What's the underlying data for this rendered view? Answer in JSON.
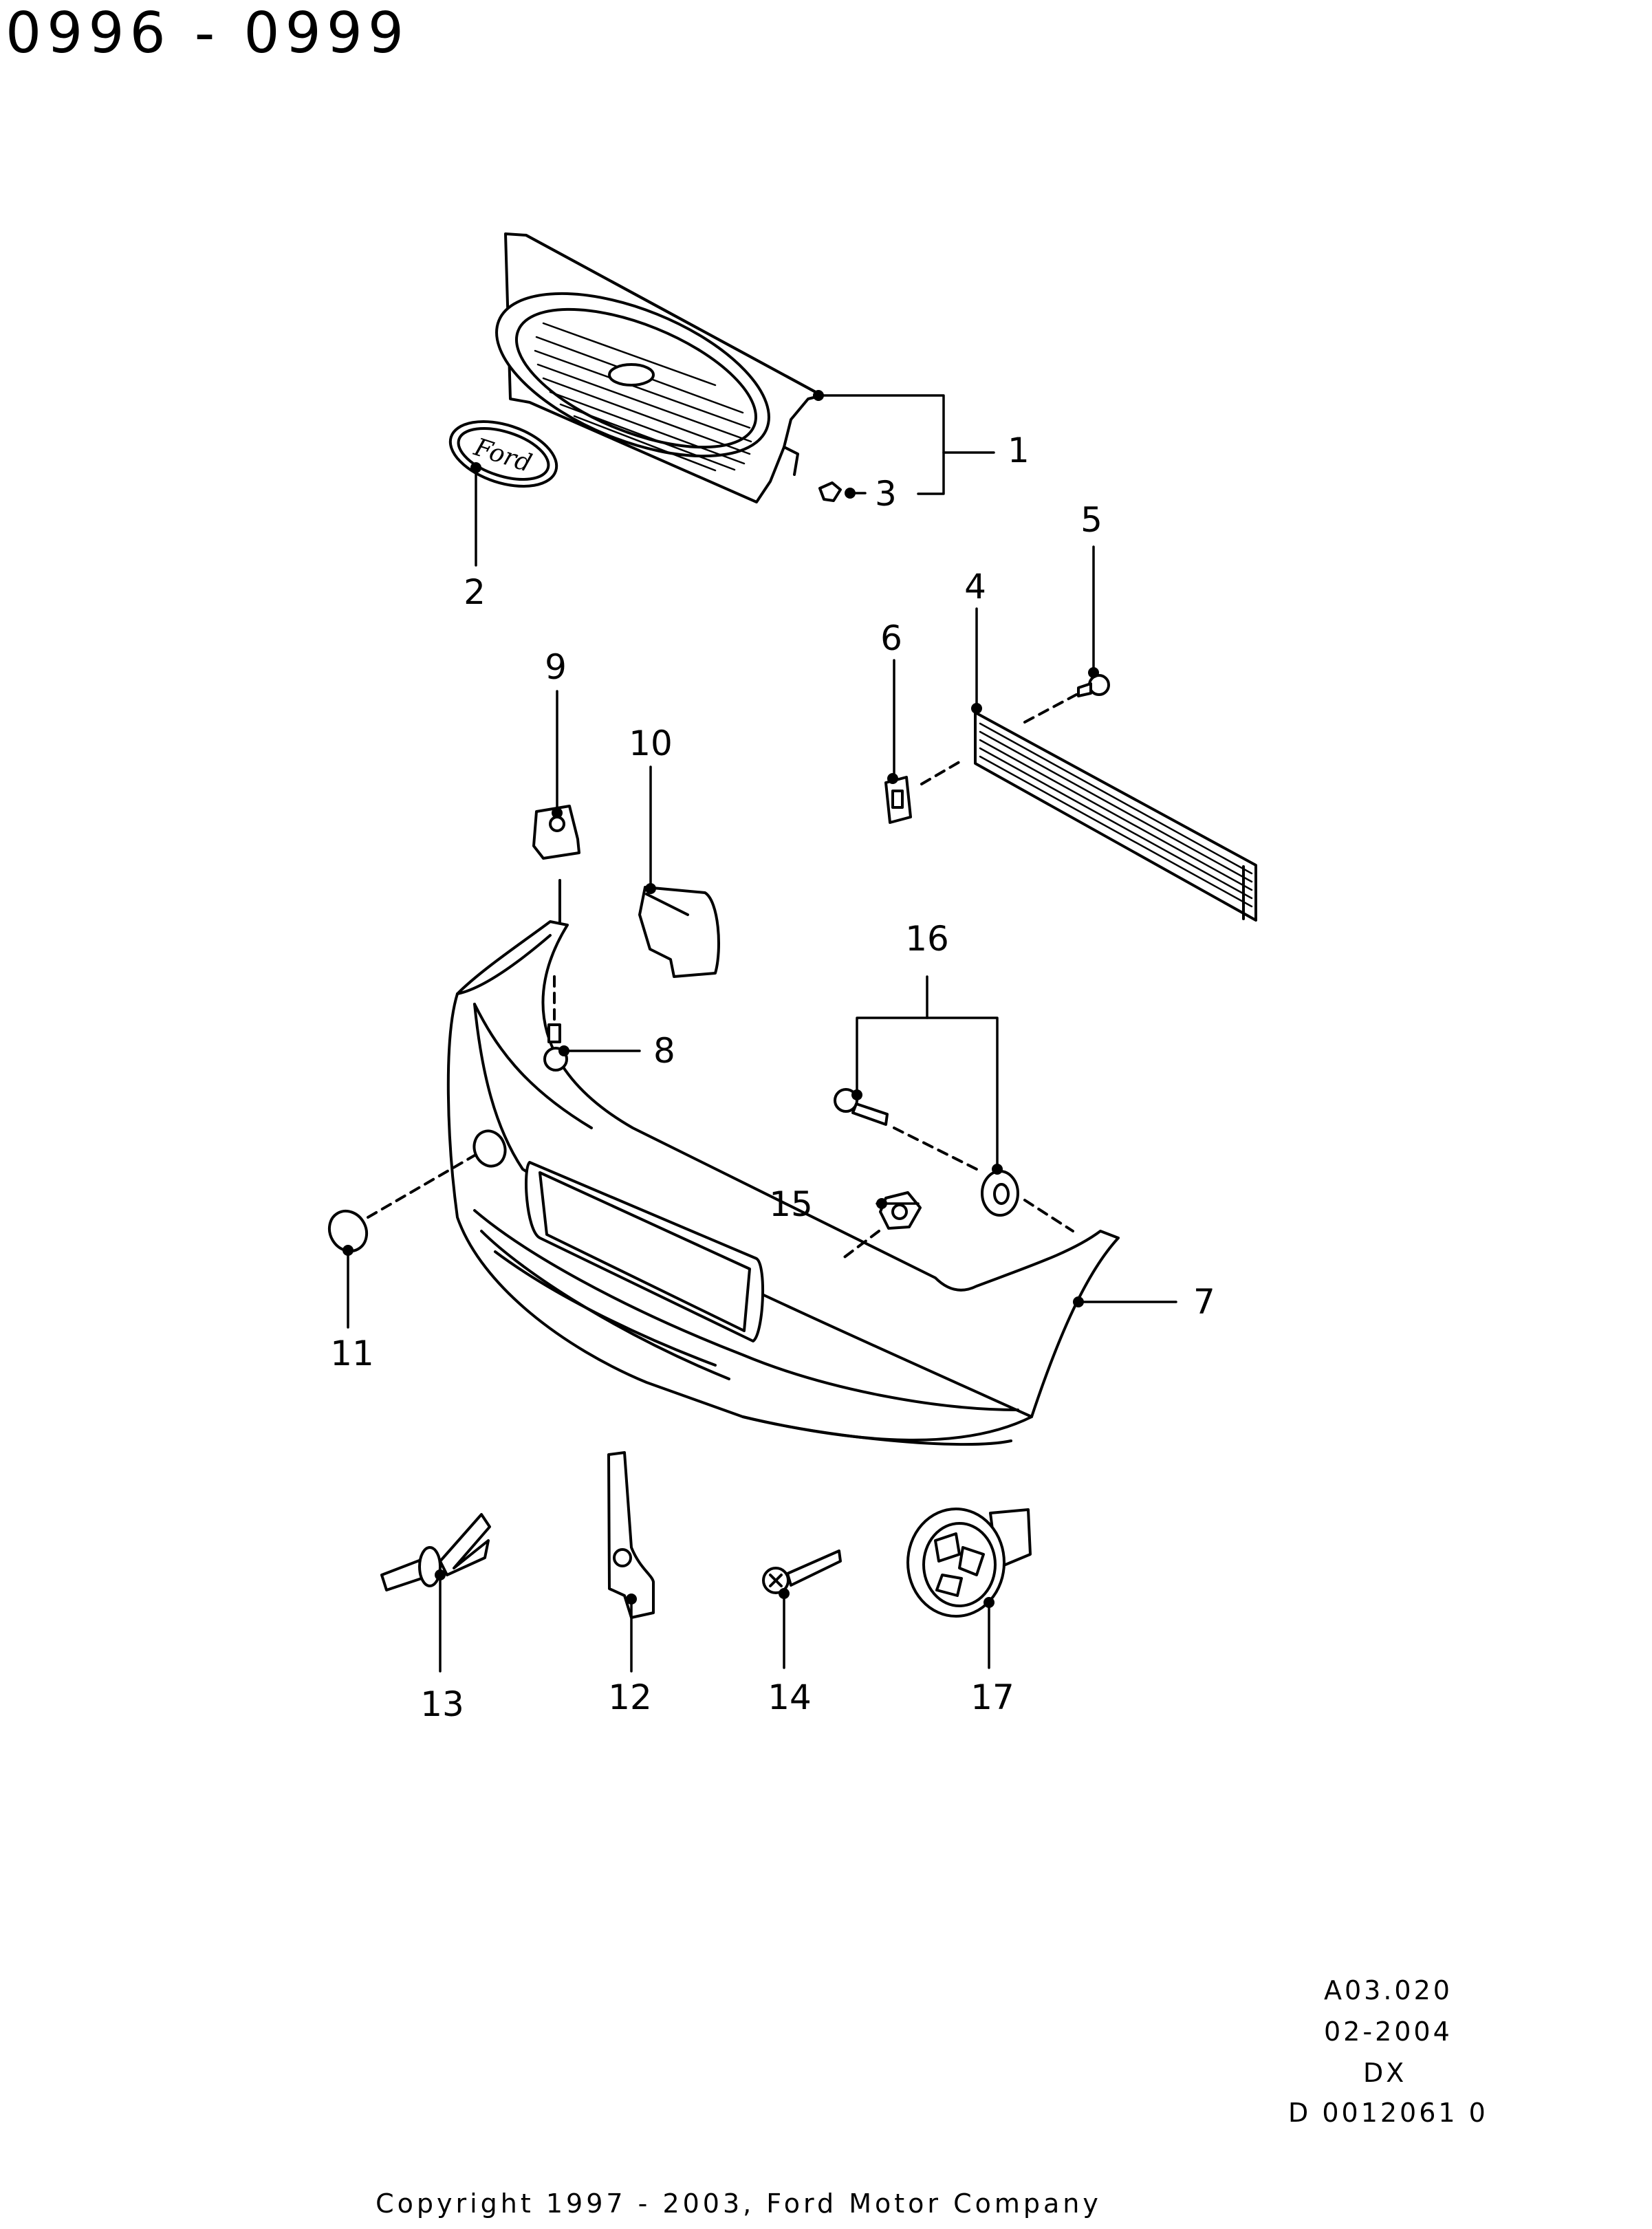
{
  "header": {
    "title": "0996 - 0999"
  },
  "callouts": {
    "c1": "1",
    "c2": "2",
    "c3": "3",
    "c4": "4",
    "c5": "5",
    "c6": "6",
    "c7": "7",
    "c8": "8",
    "c9": "9",
    "c10": "10",
    "c11": "11",
    "c12": "12",
    "c13": "13",
    "c14": "14",
    "c15": "15",
    "c16": "16",
    "c17": "17"
  },
  "emblem": {
    "logo_text": "Ford"
  },
  "info": {
    "ref": "A03.020",
    "date": "02-2004",
    "model": "DX",
    "doc": "D 0012061 0"
  },
  "footer": {
    "copyright": "Copyright 1997 - 2003, Ford Motor Company"
  }
}
